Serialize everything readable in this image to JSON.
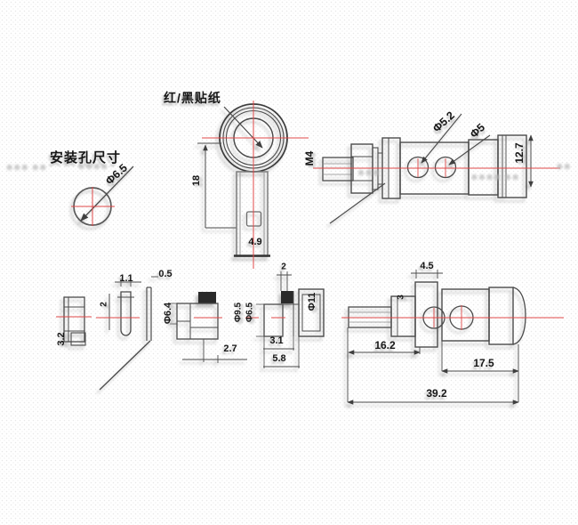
{
  "drawing": {
    "labels": {
      "title": "安装孔尺寸",
      "sticker": "红/黑贴纸"
    },
    "dims": {
      "mount_hole": "Φ6.5",
      "front_h": "18",
      "stem_w": "4.9",
      "thread": "M4",
      "hole_a": "Φ5.2",
      "hole_b": "Φ5",
      "body_od": "12.7",
      "tab_t": "3.2",
      "pin_l": "2",
      "pin_a": "1.1",
      "pin_b": "0.5",
      "lug_od": "Φ6.4",
      "lug_w": "2.7",
      "sec_gap": "2",
      "sec_od1": "Φ9.5",
      "sec_od2": "Φ6.5",
      "sec_od3": "Φ11",
      "sec_w1": "3.1",
      "sec_w2": "5.8",
      "asm_a": "4.5",
      "asm_b": "3",
      "asm_c": "16.2",
      "asm_d": "17.5",
      "asm_e": "39.2"
    },
    "watermarks": [
      "※※※ ※※",
      "※※※※",
      "※※※",
      "※※※※ ※※",
      "※※"
    ],
    "colors": {
      "centerline": "#e04848",
      "line": "#4a4a4a"
    }
  }
}
